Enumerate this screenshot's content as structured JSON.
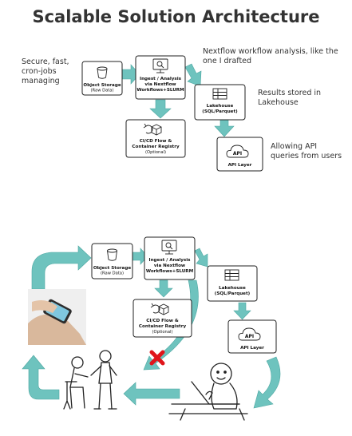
{
  "title": "Scalable Solution Architecture",
  "notes": {
    "cron": "Secure, fast, cron-jobs managing",
    "nextflow": "Nextflow workflow analysis, like the one I drafted",
    "results": "Results stored in Lakehouse",
    "api_queries": "Allowing API queries from users"
  },
  "nodes": {
    "object_storage": {
      "line1": "Object Storage",
      "line2": "(Raw Data)"
    },
    "ingest": {
      "line1": "Ingest / Analysis",
      "line2": "via Nextflow",
      "line3": "Workflows+SLURM"
    },
    "cicd": {
      "line1": "CI/CD Flow &",
      "line2": "Container Registry",
      "line3": "(Optional)"
    },
    "lakehouse": {
      "line1": "Lakehouse",
      "line2": "(SQL/Parquet)"
    },
    "api": {
      "icon_text": "API",
      "label": "API Layer"
    }
  },
  "colors": {
    "arrow": "#6ec3be",
    "arrow_stroke": "#4fa8a2",
    "box_border": "#222222",
    "cross": "#e0151b"
  },
  "icons": [
    "bucket-icon",
    "monitor-search-icon",
    "refresh-cube-icon",
    "table-icon",
    "cloud-api-icon",
    "phone-hand-illustration",
    "scientists-illustration",
    "laptop-person-illustration",
    "red-cross-icon"
  ]
}
